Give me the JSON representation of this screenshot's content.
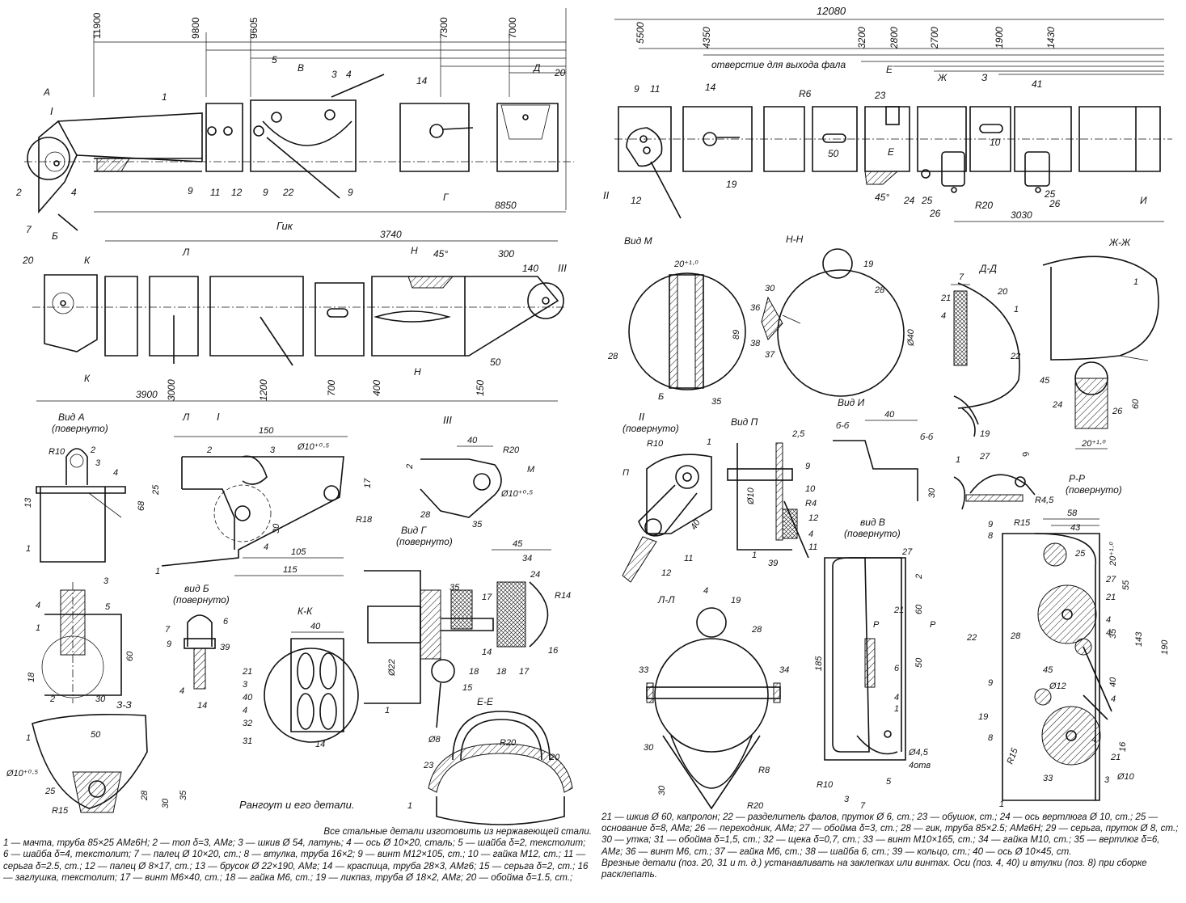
{
  "drawing": {
    "caption": "Рангоут и его детали.",
    "mast_labels": {
      "view_a": "А",
      "view_b": "Б",
      "view_g": "Г",
      "view_d": "Д",
      "node_1": "I",
      "arrow_v": "В",
      "dim_5": "5"
    },
    "mast_top_dims": [
      "11900",
      "9800",
      "9605",
      "7300",
      "7000"
    ],
    "mast_total": "8850",
    "boom_title": "Гик",
    "boom_total": "3740",
    "boom_dims": {
      "d20": "20",
      "d45": "45°",
      "d300": "300",
      "d140": "140",
      "d50": "50",
      "d3000": "3000",
      "d1200": "1200",
      "d700": "700",
      "d400": "400",
      "d150": "150",
      "total": "3900",
      "k": "К",
      "l": "Л",
      "n": "Н",
      "node3": "III"
    },
    "right_top_total": "12080",
    "right_top_dims": [
      "5500",
      "4350",
      "3200",
      "2800",
      "2700",
      "1900",
      "1430"
    ],
    "right_top_labels": {
      "hole": "отверстие для выхода фала",
      "r6": "R6",
      "d50": "50",
      "d41": "41",
      "d10": "10",
      "d45": "45°",
      "r20": "R20",
      "total": "3030",
      "e": "Е",
      "zh": "Ж",
      "z": "З",
      "node2": "II",
      "i": "И"
    },
    "views": {
      "vid_a": "Вид А",
      "vid_a_sub": "(повернуто)",
      "node_i": "I",
      "node_iii": "III",
      "vid_g": "Вид Г",
      "vid_g_sub": "(повернуто)",
      "vid_b": "вид Б",
      "vid_b_sub": "(повернуто)",
      "kk": "К-К",
      "zz": "З-З",
      "ee": "Е-Е",
      "vid_m": "Вид М",
      "nn": "Н-Н",
      "dd": "Д-Д",
      "zhzh": "Ж-Ж",
      "node_ii": "II",
      "node_ii_sub": "(повернуто)",
      "vid_p": "Вид П",
      "vid_i": "Вид И",
      "b6": "б-б",
      "pp": "Р-Р",
      "pp_sub": "(повернуто)",
      "ll": "Л-Л",
      "vid_v": "вид В",
      "vid_v_sub": "(повернуто)"
    },
    "dims": {
      "r10": "R10",
      "d4": "4",
      "d13": "13",
      "d150": "150",
      "phi10": "Ø10⁺⁰·⁵",
      "d25": "25",
      "d17": "17",
      "d68": "68",
      "d30": "30",
      "r18": "R18",
      "d105": "105",
      "d115": "115",
      "d40": "40",
      "r20": "R20",
      "d2": "2",
      "m": "M",
      "d60": "60",
      "d18": "18",
      "d14": "14",
      "d35": "35",
      "d45": "45",
      "d34": "34",
      "d24": "24",
      "r14": "R14",
      "phi22": "Ø22",
      "phi8": "Ø8",
      "d50": "50",
      "r15": "R15",
      "d28": "28",
      "d20_10": "20⁺¹·⁰",
      "d89": "89",
      "phi40": "Ø40",
      "d7": "7",
      "d2_5": "2,5",
      "phi10b": "Ø10",
      "r4": "R4",
      "d6": "6",
      "r4_5": "R4,5",
      "d58": "58",
      "d43": "43",
      "d55": "55",
      "d143": "143",
      "d190": "190",
      "phi12": "Ø12",
      "d16": "16",
      "d33": "33",
      "d185": "185",
      "phi4_5": "Ø4,5",
      "otv": "4отв",
      "r8": "R8",
      "p": "Р"
    }
  },
  "legend_left": {
    "head": "Все стальные детали изготовить из нержавеющей стали.",
    "text": "1 — мачта, труба 85×25 АМг6Н; 2 — топ δ=3, АМг; 3 — шкив Ø 54, латунь; 4 — ось Ø 10×20, сталь; 5 — шайба δ=2, текстолит; 6 — шайба δ=4, текстолит; 7 — палец Ø 10×20, ст.; 8 — втулка, труба 16×2; 9 — винт М12×105, ст.; 10 — гайка М12, ст.; 11 — серьга δ=2.5, ст.; 12 — палец Ø 8×17, ст.; 13 — брусок Ø 22×190, АМг; 14 — краспица, труба 28×3, АМг6; 15 — серьга δ=2, ст.; 16 — заглушка, текстолит; 17 — винт М6×40, ст.; 18 — гайка М6, ст.; 19 — ликпаз, труба Ø 18×2, АМг; 20 — обойма δ=1.5, ст.;"
  },
  "legend_right": {
    "text": "21 — шкив Ø 60, капролон; 22 — разделитель фалов, пруток Ø 6, ст.; 23 — обушок, ст.; 24 — ось вертлюга Ø 10, ст.; 25 — основание δ=8, АМг; 26 — переходник, АМг; 27 — обойма δ=3, ст.; 28 — гик, труба 85×2.5; АМг6Н; 29 — серьга, пруток Ø 8, ст.; 30 — утка; 31 — обойма δ=1,5, ст.; 32 — щека δ=0,7, ст.; 33 — винт М10×165, ст.; 34 — гайка М10, ст.; 35 — вертлюг δ=6, АМг; 36 — винт М6, ст.; 37 — гайка М6, ст.; 38 — шайба 6, ст.; 39 — кольцо, ст.; 40 — ось Ø 10×45, ст.",
    "note": "Врезные детали (поз. 20, 31 и т. д.) устанавливать на заклепках или винтах. Оси (поз. 4, 40) и втулки (поз. 8) при сборке расклепать."
  },
  "colors": {
    "ink": "#111111",
    "paper": "#ffffff"
  }
}
